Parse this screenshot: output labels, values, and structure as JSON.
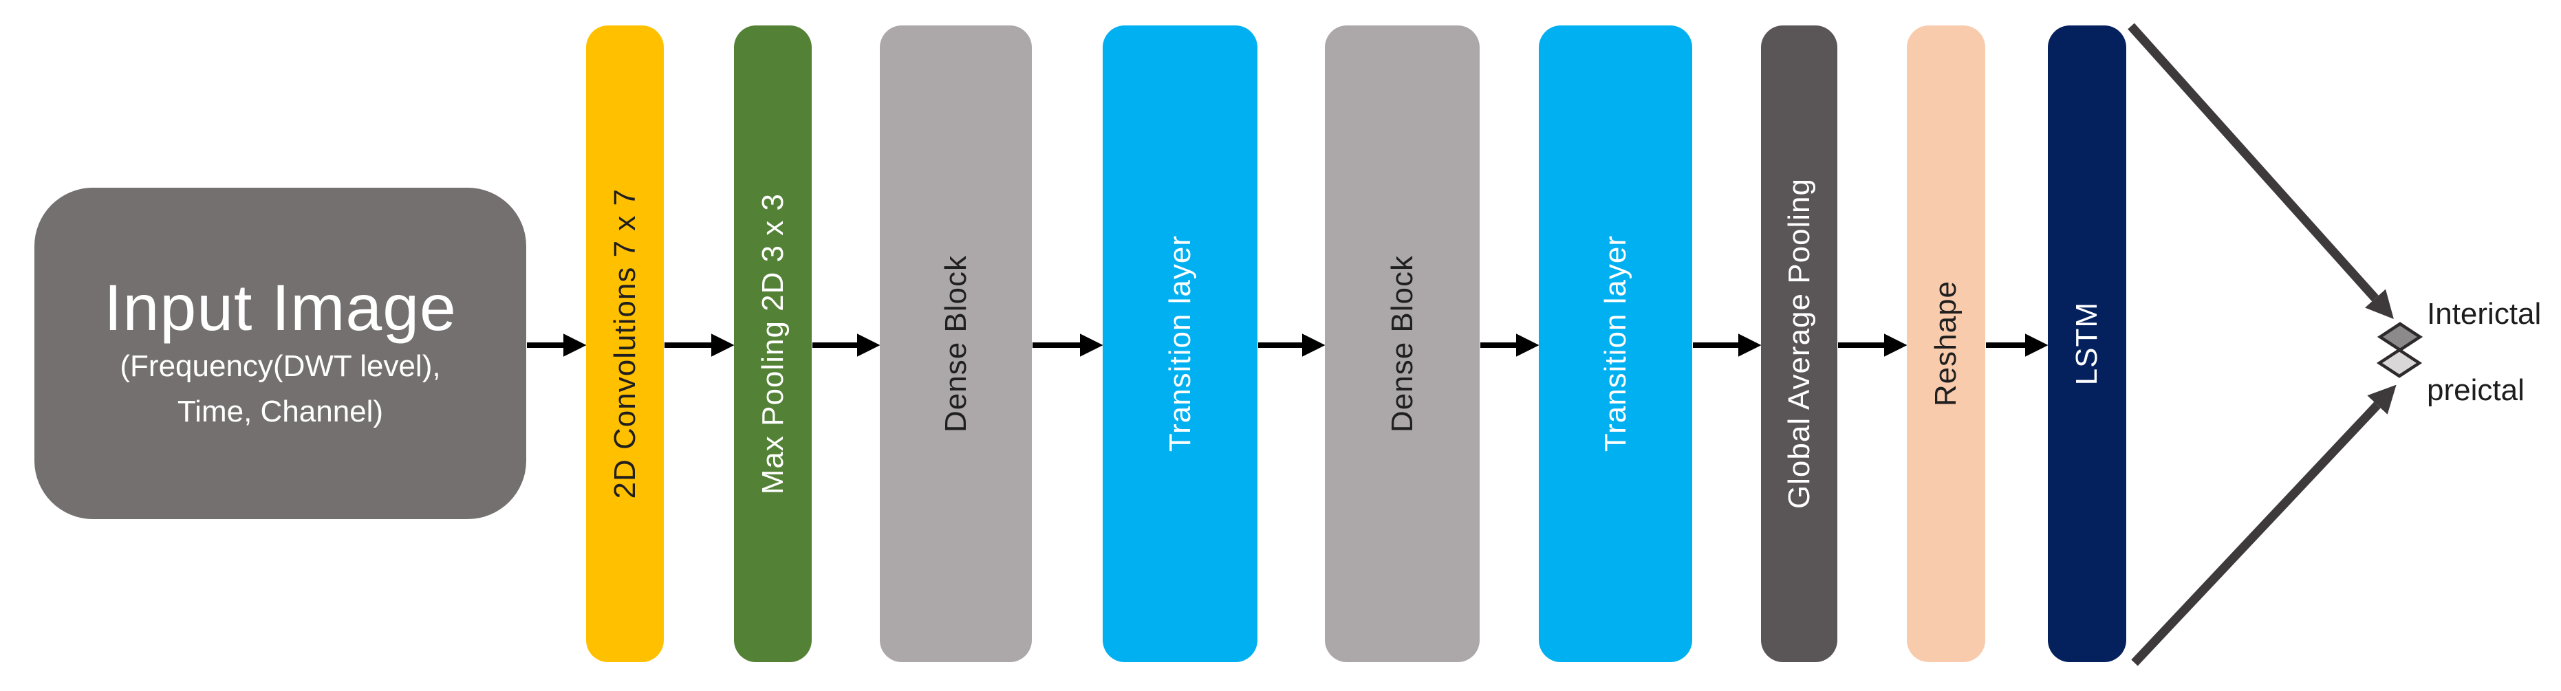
{
  "diagram": {
    "input_box": {
      "title": "Input Image",
      "subtitle_lines": [
        "(Frequency(DWT level),",
        "Time, Channel)"
      ],
      "fill": "#757070",
      "text_color": "#FFFFFF"
    },
    "stages": [
      {
        "label": "2D Convolutions 7 x 7",
        "fill": "#FFC000",
        "text_color": "#1F1F1F"
      },
      {
        "label": "Max Pooling 2D 3 x 3",
        "fill": "#538135",
        "text_color": "#FFFFFF"
      },
      {
        "label": "Dense Block",
        "fill": "#ACA8A9",
        "text_color": "#1F1F1F"
      },
      {
        "label": "Transition layer",
        "fill": "#00B0F0",
        "text_color": "#FFFFFF"
      },
      {
        "label": "Dense Block",
        "fill": "#ACA8A9",
        "text_color": "#1F1F1F"
      },
      {
        "label": "Transition layer",
        "fill": "#00B0F0",
        "text_color": "#FFFFFF"
      },
      {
        "label": "Global Average Pooling",
        "fill": "#5A5556",
        "text_color": "#FFFFFF"
      },
      {
        "label": "Reshape",
        "fill": "#F8CBAD",
        "text_color": "#1F1F1F"
      },
      {
        "label": "LSTM",
        "fill": "#04215E",
        "text_color": "#FFFFFF"
      }
    ],
    "outputs": [
      {
        "label": "Interictal",
        "diamond_fill": "#8C8A8B"
      },
      {
        "label": "preictal",
        "diamond_fill": "#D9D7D8"
      }
    ],
    "flow_arrow_color": "#000000",
    "branch_arrow_color": "#3E3A3B"
  }
}
